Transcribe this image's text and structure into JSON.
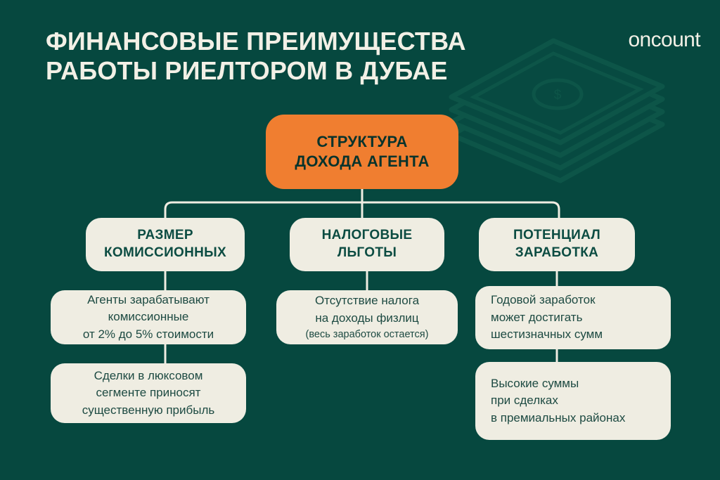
{
  "brand": {
    "logo_text": "oncount",
    "accent_orange": "#F07E30",
    "background_green": "#06483F",
    "card_cream": "#EFEDE2",
    "text_dark_green": "#0C4C42"
  },
  "header": {
    "title_line_1": "ФИНАНСОВЫЕ ПРЕИМУЩЕСТВА",
    "title_line_2": "РАБОТЫ РИЕЛТОРОМ В ДУБАЕ"
  },
  "diagram": {
    "root": {
      "line_1": "СТРУКТУРА",
      "line_2": "ДОХОДА АГЕНТА"
    },
    "branches": [
      {
        "head_line_1": "РАЗМЕР",
        "head_line_2": "КОМИССИОННЫХ",
        "items": [
          {
            "line_1": "Агенты зарабатывают",
            "line_2": "комиссионные",
            "line_3": "от 2% до 5% стоимости"
          },
          {
            "line_1": "Сделки в люксовом",
            "line_2": "сегменте приносят",
            "line_3": "существенную прибыль"
          }
        ]
      },
      {
        "head_line_1": "НАЛОГОВЫЕ",
        "head_line_2": "ЛЬГОТЫ",
        "items": [
          {
            "line_1": "Отсутствие налога",
            "line_2": "на доходы физлиц",
            "line_3": "(весь заработок остается)"
          }
        ]
      },
      {
        "head_line_1": "ПОТЕНЦИАЛ",
        "head_line_2": "ЗАРАБОТКА",
        "items": [
          {
            "line_1": "Годовой заработок",
            "line_2": "может достигать",
            "line_3": "шестизначных сумм"
          },
          {
            "line_1": "Высокие суммы",
            "line_2": "при сделках",
            "line_3": "в премиальных районах"
          }
        ]
      }
    ]
  }
}
